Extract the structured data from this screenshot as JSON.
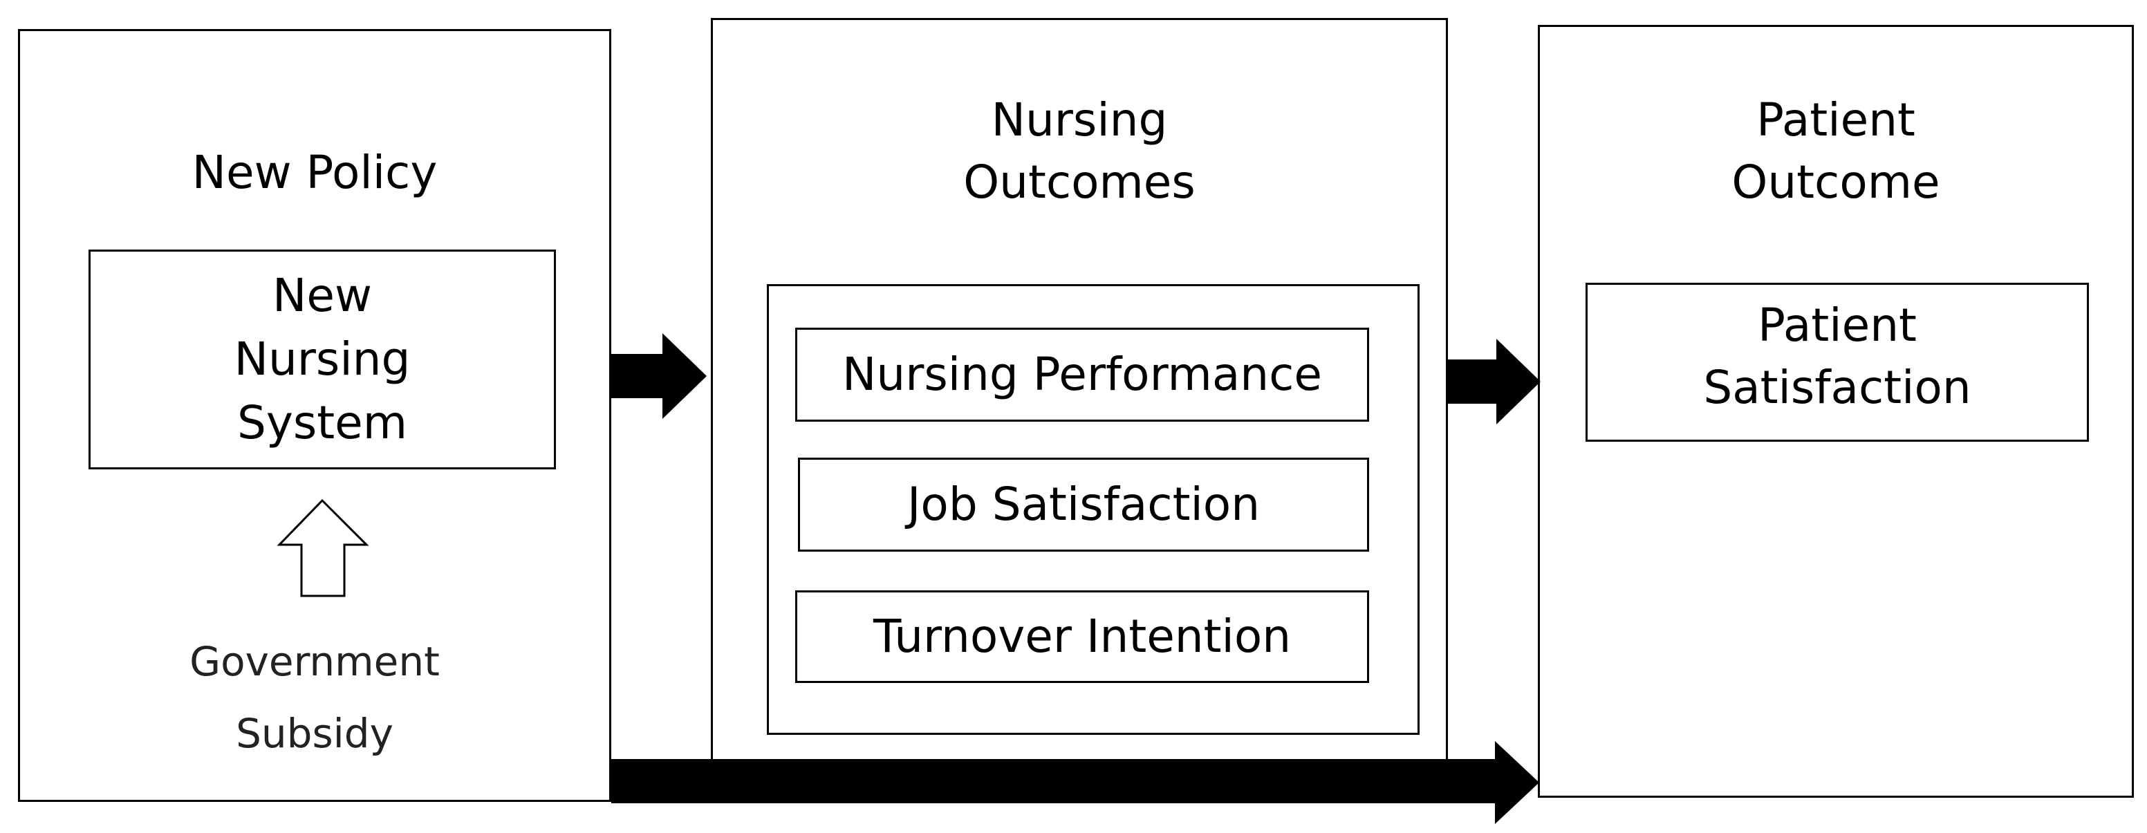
{
  "panels": {
    "policy": {
      "title": "New Policy",
      "system_box": "New\nNursing\nSystem",
      "subsidy": "Government\nSubsidy"
    },
    "nursing": {
      "title": "Nursing\nOutcomes",
      "items": [
        "Nursing Performance",
        "Job Satisfaction",
        "Turnover Intention"
      ]
    },
    "patient": {
      "title": "Patient\nOutcome",
      "satisfaction_box": "Patient\nSatisfaction"
    }
  },
  "colors": {
    "line": "#000000",
    "background": "#ffffff"
  }
}
